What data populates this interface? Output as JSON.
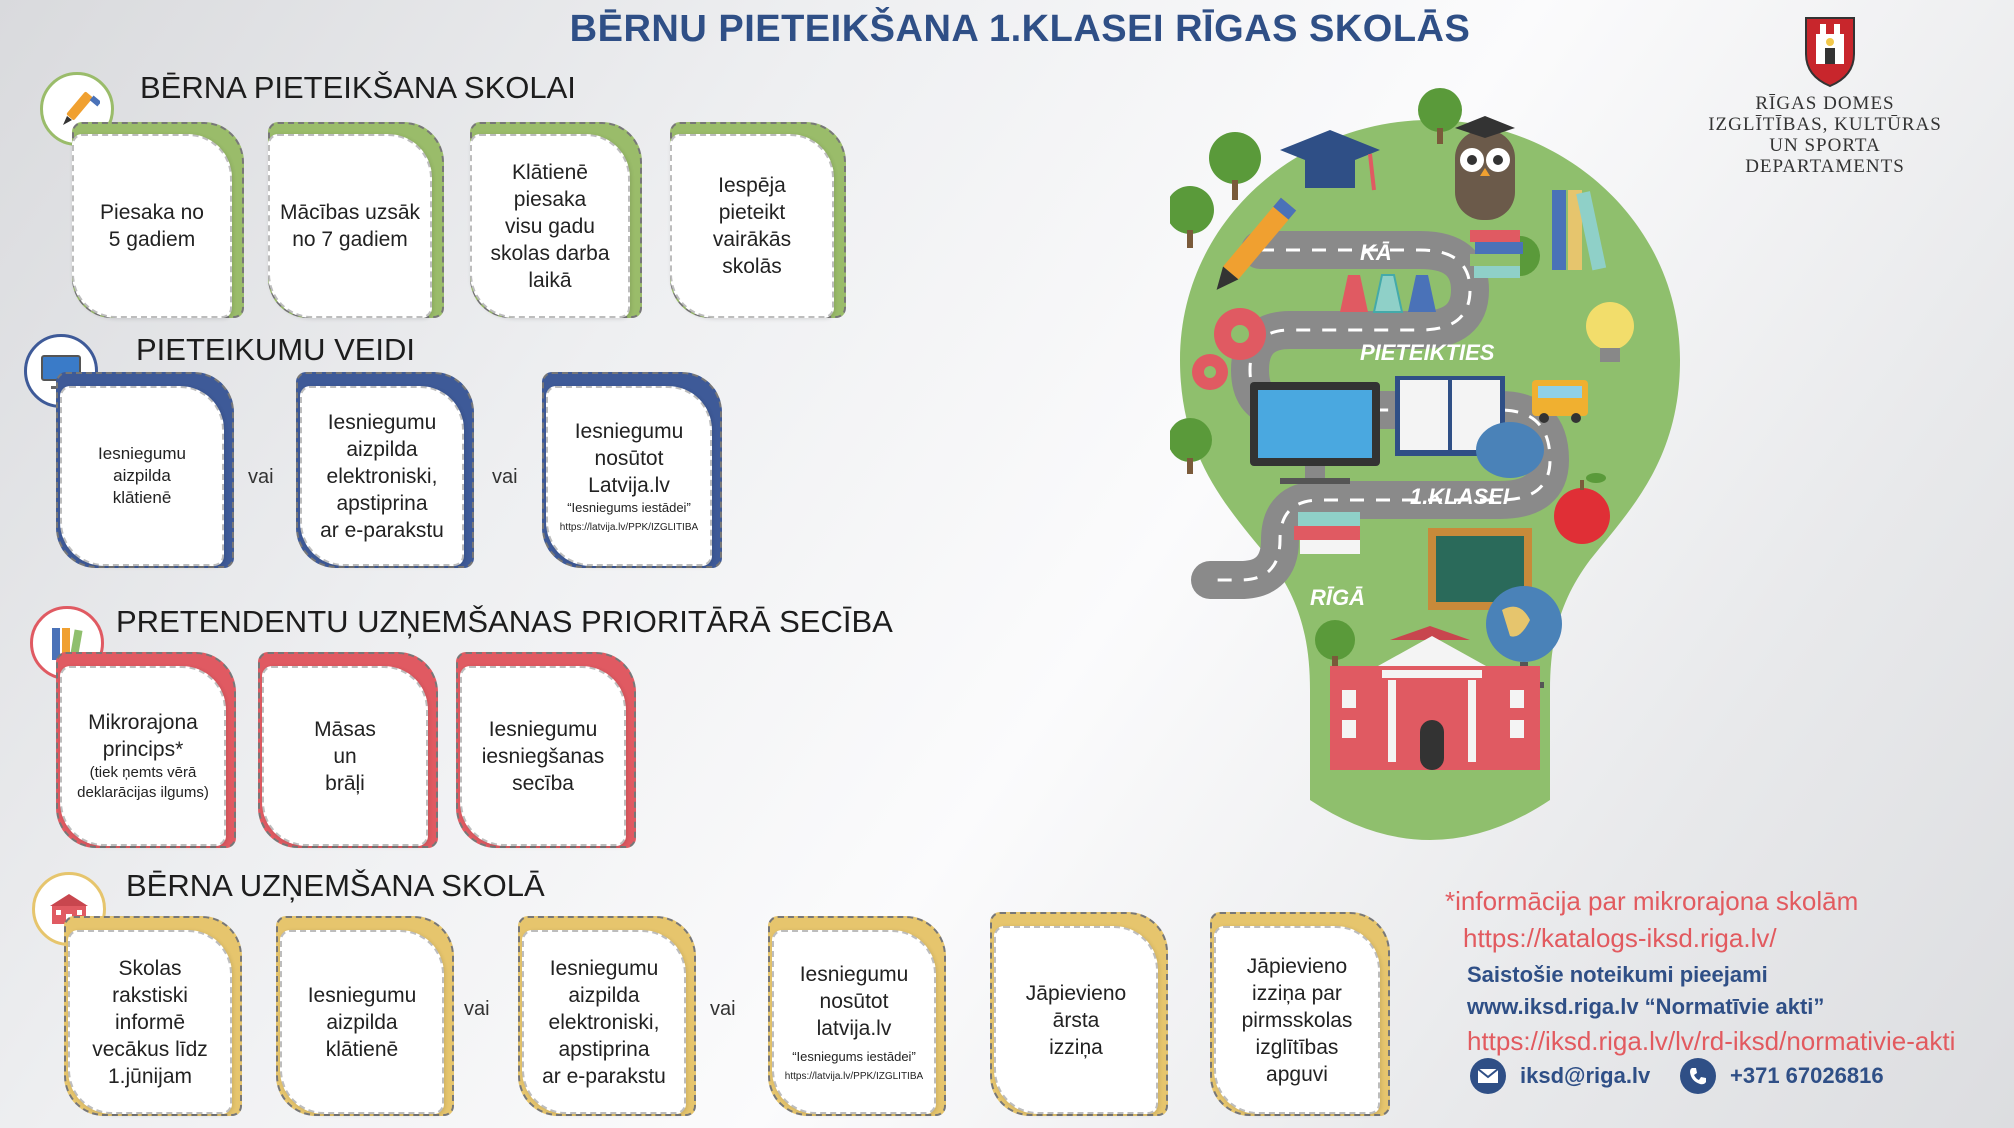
{
  "title": "BĒRNU PIETEIKŠANA 1.KLASEI RĪGAS SKOLĀS",
  "logo": {
    "lines": [
      "RĪGAS DOMES",
      "IZGLĪTĪBAS, KULTŪRAS",
      "UN SPORTA DEPARTAMENTS"
    ],
    "icon": "riga-coat-of-arms"
  },
  "sections": {
    "s1": {
      "heading": "BĒRNA PIETEIKŠANA SKOLAI",
      "icon": "pencil-icon",
      "color": "#9abc6a",
      "cards": [
        "Piesaka no\n5 gadiem",
        "Mācības uzsāk\nno 7 gadiem",
        "Klātienē piesaka\nvisu gadu\nskolas darba\nlaikā",
        "Iespēja\npieteikt\nvairākās\nskolās"
      ]
    },
    "s2": {
      "heading": "PIETEIKUMU VEIDI",
      "icon": "monitor-icon",
      "color": "#3e5a98",
      "card1": "Iesniegumu\naizpilda\nklātienē",
      "card2": "Iesniegumu\naizpilda\nelektroniski,\napstiprina\nar e-parakstu",
      "card3_main": "Iesniegumu\nnosūtot\nLatvija.lv",
      "card3_note": "“Iesniegums iestādei”",
      "card3_url": "https://latvija.lv/PPK/IZGLITIBA",
      "or": "vai"
    },
    "s3": {
      "heading": "PRETENDENTU UZŅEMŠANAS  PRIORITĀRĀ SECĪBA",
      "icon": "books-icon",
      "color": "#e05a62",
      "card1_main": "Mikrorajona\nprincips*",
      "card1_note": "(tiek ņemts vērā\ndeklarācijas ilgums)",
      "card2": "Māsas\nun\nbrāļi",
      "card3": "Iesniegumu\niesniegšanas\nsecība"
    },
    "s4": {
      "heading": "BĒRNA UZŅEMŠANA SKOLĀ",
      "icon": "school-icon",
      "color": "#e6c56d",
      "card1": "Skolas\nrakstiski\ninformē\nvecākus līdz\n1.jūnijam",
      "card2": "Iesniegumu\naizpilda\nklātienē",
      "card3": "Iesniegumu\naizpilda\nelektroniski,\napstiprina\nar e-parakstu",
      "card4_main": "Iesniegumu\nnosūtot\nlatvija.lv",
      "card4_note": "“Iesniegums iestādei”",
      "card4_url": "https://latvija.lv/PPK/IZGLITIBA",
      "card5": "Jāpievieno\nārsta\nizziņa",
      "card6": "Jāpievieno\nizziņa par\npirmsskolas\nizglītības\napguvi",
      "or": "vai"
    }
  },
  "illustration": {
    "road_labels": [
      "KĀ",
      "PIETEIKTIES",
      "1.KLASEI",
      "RĪGĀ"
    ],
    "bulb_color": "#8fbf6d"
  },
  "info": {
    "line1": "*informācija par mikrorajona skolām",
    "line2": "https://katalogs-iksd.riga.lv/",
    "line3": "Saistošie noteikumi pieejami",
    "line4": "www.iksd.riga.lv “Normatīvie akti”",
    "line5": "https://iksd.riga.lv/lv/rd-iksd/normativie-akti",
    "email": "iksd@riga.lv",
    "phone": "+371  67026816"
  }
}
